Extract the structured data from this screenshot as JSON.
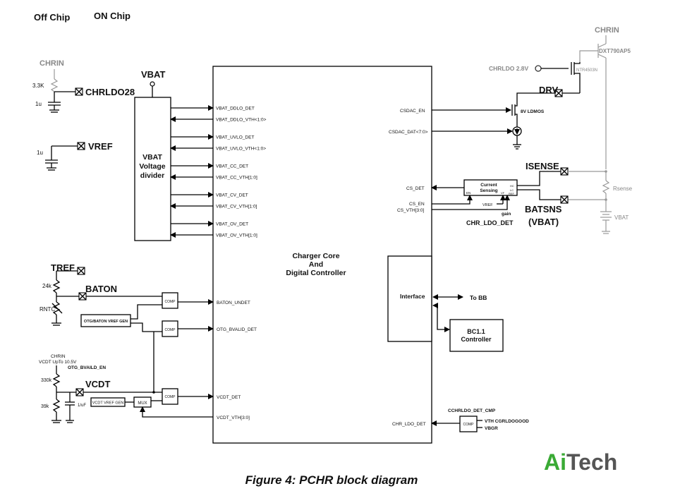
{
  "header": {
    "off_chip": "Off Chip",
    "on_chip": "ON Chip"
  },
  "caption": "Figure 4: PCHR block diagram",
  "logo": {
    "text_ai": "Ai",
    "text_tech": "Tech",
    "color_ai": "#3aaa35",
    "color_tech": "#555555"
  },
  "left": {
    "chrin": "CHRIN",
    "r_3k3": "3.3K",
    "cap_1u_a": "1u",
    "chrldo28": "CHRLDO28",
    "cap_1u_b": "1u",
    "vref": "VREF",
    "tref": "TREF",
    "r_24k": "24k",
    "baton": "BATON",
    "rntc": "RNTC",
    "otg_vref_gen": "OTG/BATON VREF GEN",
    "chrin_small": "CHRIN",
    "vcdt_upto": "VCDT UpTo 10.5V",
    "otg_bvaild_en": "OTG_BVAILD_EN",
    "r_330k": "330k",
    "vcdt": "VCDT",
    "r_39k": "39k",
    "cap_1_uF": "1/uF",
    "vcdt_vref_gen": "VCDT VREF GEN",
    "mux": "MUX",
    "comp": "COMP"
  },
  "vbat_divider": {
    "vbat": "VBAT",
    "line1": "VBAT",
    "line2": "Voltage",
    "line3": "divider"
  },
  "core": {
    "line1": "Charger Core",
    "line2": "And",
    "line3": "Digital Controller",
    "signals": [
      {
        "name": "VBAT_DDLO_DET"
      },
      {
        "name": "VBAT_DDLO_VTH<1:0>"
      },
      {
        "name": "VBAT_UVLO_DET"
      },
      {
        "name": "VBAT_UVLO_VTH<1:0>"
      },
      {
        "name": "VBAT_CC_DET"
      },
      {
        "name": "VBAT_CC_VTH[1:0]"
      },
      {
        "name": "VBAT_CV_DET"
      },
      {
        "name": "VBAT_CV_VTH[1:0]"
      },
      {
        "name": "VBAT_OV_DET"
      },
      {
        "name": "VBAT_OV_VTH[1:0]"
      }
    ],
    "baton_undet": "BATON_UNDET",
    "otg_bvalid_det": "OTG_BVALID_DET",
    "vcdt_det": "VCDT_DET",
    "vcdt_vth": "VCDT_VTH[3:0]",
    "csdac_en": "CSDAC_EN",
    "csdac_dat": "CSDAC_DAT<7:0>",
    "cs_det": "CS_DET",
    "cs_en": "CS_EN",
    "cs_vth": "CS_VTH[3:0]",
    "interface": "Interface",
    "chr_ldo_det": "CHR_LDO_DET"
  },
  "right": {
    "chrin": "CHRIN",
    "dxt": "DXT790AP5",
    "chrldo_28v": "CHRLDO 2.8V",
    "ntr": "NTR4503N",
    "drv": "DRV",
    "ldmos": "8V LDMOS",
    "isense": "ISENSE",
    "rsense": "Rsense",
    "vbat": "VBAT",
    "current_sensing_1": "Current",
    "current_sensing_2": "Sensing",
    "en": "EN",
    "hc": "HC",
    "lc": "LC",
    "vf": "VF",
    "ref": "REF",
    "vref": "VREF",
    "gain": "gain",
    "batsns": "BATSNS",
    "batsns_vbat": "(VBAT)",
    "chr_ldo_det": "CHR_LDO_DET",
    "to_bb": "To BB",
    "bc11_1": "BC1.1",
    "bc11_2": "Controller",
    "cchrldo_det_cmp": "CCHRLDO_DET_CMP",
    "vth_cgrldogood": "VTH CGRLDOGOOD",
    "vbgr": "VBGR",
    "comp": "COMP"
  }
}
